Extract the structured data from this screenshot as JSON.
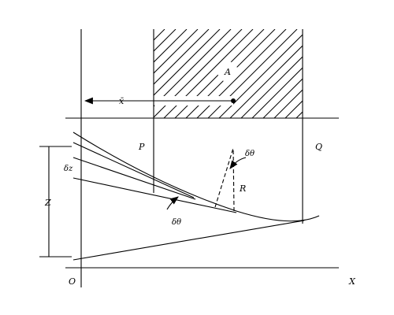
{
  "labels": {
    "area": "A",
    "xbar": "x̄",
    "p": "P",
    "q": "Q",
    "dtheta_top": "δθ",
    "r": "R",
    "dz": "δz",
    "z": "Z",
    "dtheta_bottom": "δθ",
    "origin": "O",
    "x_axis": "X"
  }
}
